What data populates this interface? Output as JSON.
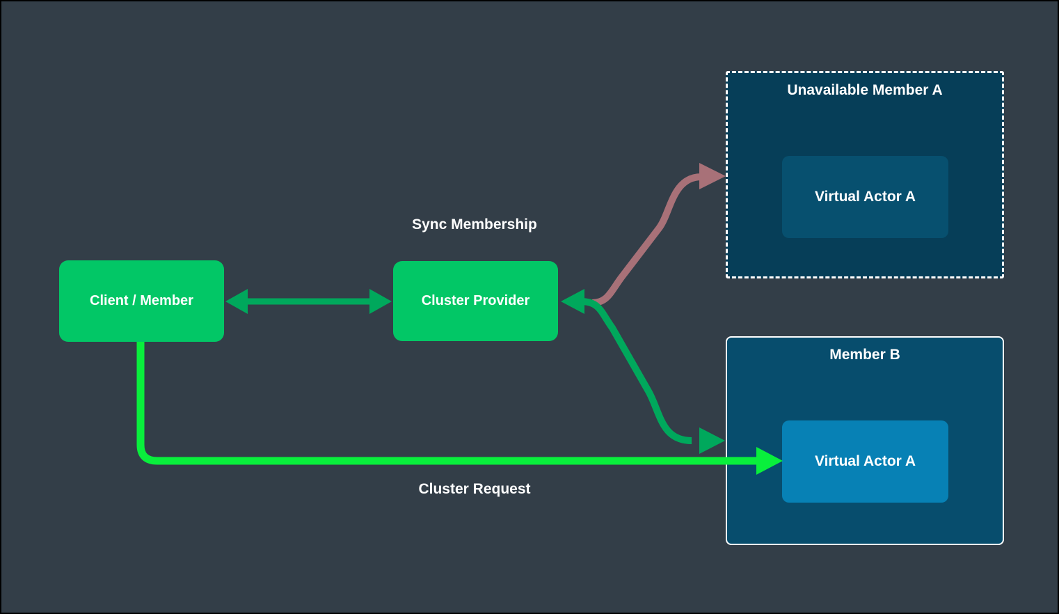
{
  "canvas": {
    "background_color": "#333e48",
    "border_color": "#000000"
  },
  "nodes": {
    "client_member": {
      "label": "Client / Member",
      "fill": "#02c766",
      "text_color": "#ffffff"
    },
    "cluster_provider": {
      "label": "Cluster Provider",
      "fill": "#02c766",
      "text_color": "#ffffff"
    },
    "unavailable_member_a": {
      "title": "Unavailable Member A",
      "fill": "#063e58",
      "border_style": "dashed",
      "border_color": "#ffffff"
    },
    "unavailable_member_a_actor": {
      "label": "Virtual Actor A",
      "fill": "#07506f"
    },
    "member_b": {
      "title": "Member B",
      "fill": "#074d6d",
      "border_style": "solid",
      "border_color": "#ffffff"
    },
    "member_b_actor": {
      "label": "Virtual Actor A",
      "fill": "#0781b5"
    }
  },
  "edges": {
    "sync_membership": {
      "label": "Sync Membership",
      "color": "#00a85c",
      "type": "bidirectional",
      "from": "client_member",
      "to": "cluster_provider"
    },
    "provider_to_unavailable": {
      "color": "#a87178",
      "type": "unidirectional",
      "from": "cluster_provider",
      "to": "unavailable_member_a"
    },
    "provider_to_member_b": {
      "color": "#00a85c",
      "type": "bidirectional",
      "from": "cluster_provider",
      "to": "member_b"
    },
    "cluster_request": {
      "label": "Cluster Request",
      "color": "#09ef3c",
      "type": "unidirectional",
      "from": "client_member",
      "to": "member_b_actor"
    }
  }
}
